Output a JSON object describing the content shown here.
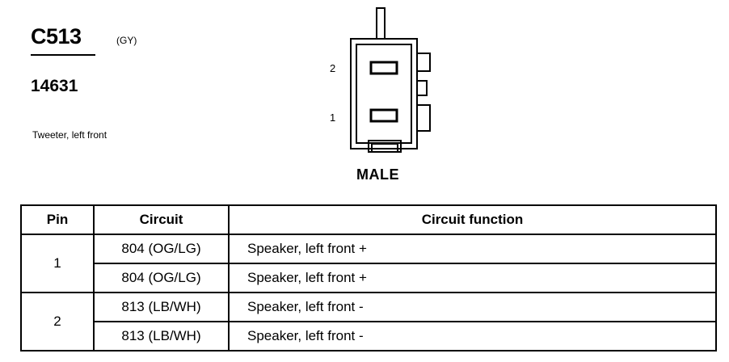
{
  "connector": {
    "id": "C513",
    "color_code": "(GY)",
    "part_number": "14631",
    "description": "Tweeter, left front",
    "gender": "MALE",
    "pin_labels": [
      "2",
      "1"
    ]
  },
  "table": {
    "headers": [
      "Pin",
      "Circuit",
      "Circuit function"
    ],
    "groups": [
      {
        "pin": "1",
        "rows": [
          {
            "circuit": "804 (OG/LG)",
            "function": "Speaker, left front  +"
          },
          {
            "circuit": "804 (OG/LG)",
            "function": "Speaker, left front  +"
          }
        ]
      },
      {
        "pin": "2",
        "rows": [
          {
            "circuit": "813 (LB/WH)",
            "function": "Speaker, left front  -"
          },
          {
            "circuit": "813 (LB/WH)",
            "function": "Speaker, left front  -"
          }
        ]
      }
    ]
  }
}
